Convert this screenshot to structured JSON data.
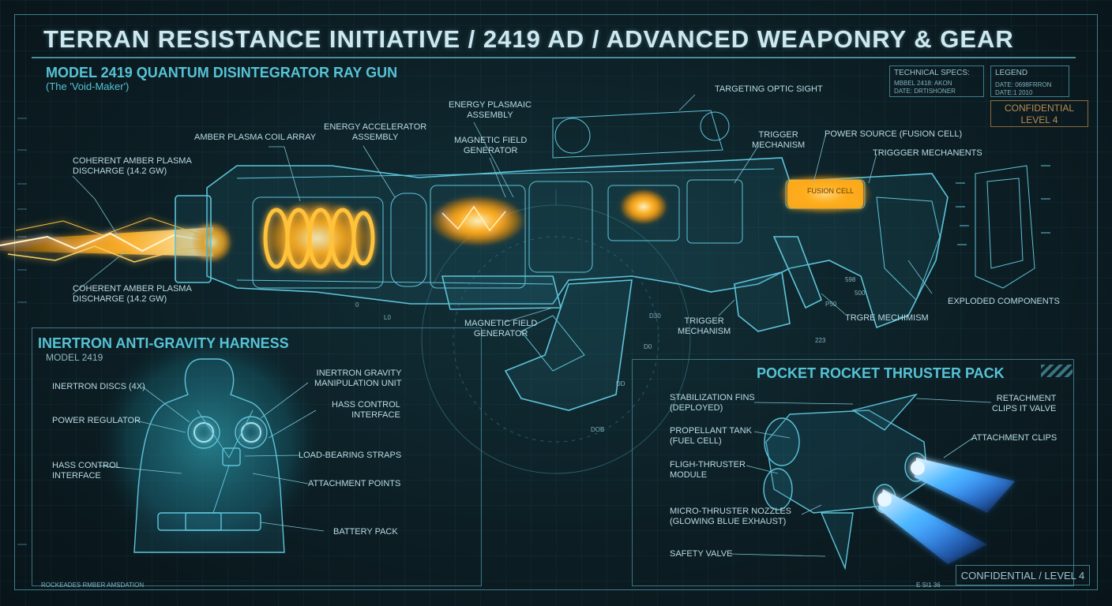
{
  "header": {
    "title": "TERRAN RESISTANCE INITIATIVE / 2419 AD / ADVANCED WEAPONRY & GEAR"
  },
  "gun": {
    "title": "MODEL 2419 QUANTUM DISINTEGRATOR RAY GUN",
    "subtitle": "(The 'Void-Maker')",
    "labels": {
      "discharge_top": [
        "COHERENT AMBER PLASMA",
        "DISCHARGE (14.2 GW)"
      ],
      "discharge_bottom": [
        "COHERENT AMBER PLASMA",
        "DISCHARGE (14.2 GW)"
      ],
      "coil_array": "AMBER PLASMA COIL ARRAY",
      "accelerator": [
        "ENERGY ACCELERATOR",
        "ASSEMBLY"
      ],
      "plasmaic": [
        "ENERGY PLASMAIC",
        "ASSEMBLY"
      ],
      "field_gen_top": [
        "MAGNETIC FIELD",
        "GENERATOR"
      ],
      "field_gen_bottom": [
        "MAGNETIC FIELD",
        "GENERATOR"
      ],
      "optic": "TARGETING OPTIC SIGHT",
      "trigger_top": [
        "TRIGGER",
        "MECHANISM"
      ],
      "trigger_bottom": [
        "TRIGGER",
        "MECHANISM"
      ],
      "power_source": "POWER SOURCE (FUSION CELL)",
      "trigger_mechanents": "TRIGGGER MECHANENTS",
      "fusion_cell": "FUSION CELL",
      "exploded": "EXPLODED COMPONENTS",
      "trgre": "TRGRE MECHIMISM"
    },
    "callouts": [
      "0",
      "L0",
      "D30",
      "D0",
      "DD",
      "DOB",
      "598",
      "500",
      "P50",
      "223"
    ]
  },
  "specs": {
    "title": "TECHNICAL SPECS:",
    "lines": [
      "MBBEL 2418: AKON",
      "DATE: DRTISHONER"
    ]
  },
  "legend": {
    "title": "LEGEND",
    "lines": [
      "DATE: 0698FRRON",
      "DATE:1 2010"
    ],
    "confidential": [
      "CONFIDENTIAL",
      "LEVEL 4"
    ]
  },
  "harness": {
    "title": "INERTRON ANTI-GRAVITY HARNESS",
    "subtitle": "MODEL 2419",
    "labels": {
      "discs": "INERTRON DISCS (4X)",
      "regulator": "POWER REGULATOR",
      "hass_left": [
        "HASS CONTROL",
        "INTERFACE"
      ],
      "gravity_unit": [
        "INERTRON GRAVITY",
        "MANIPULATION UNIT"
      ],
      "hass_right": [
        "HASS CONTROL",
        "INTERFACE"
      ],
      "straps": "LOAD-BEARING STRAPS",
      "attachment_points": "ATTACHMENT POINTS",
      "battery": "BATTERY PACK"
    }
  },
  "thruster": {
    "title": "POCKET ROCKET THRUSTER PACK",
    "labels": {
      "fins": [
        "STABILIZATION FINS",
        "(DEPLOYED)"
      ],
      "tank": [
        "PROPELLANT TANK",
        "(FUEL CELL)"
      ],
      "module": [
        "FLIGH-THRUSTER",
        "MODULE"
      ],
      "nozzles": [
        "MICRO-THRUSTER NOZZLES",
        "(GLOWING BLUE EXHAUST)"
      ],
      "safety": "SAFETY VALVE",
      "retachment": [
        "RETACHMENT",
        "CLIPS IT VALVE"
      ],
      "clips": "ATTACHMENT CLIPS"
    }
  },
  "footer": {
    "confidential": "CONFIDENTIAL / LEVEL 4",
    "bottom_left": "ROCKEADES RMBER AMSDATION",
    "bottom_mid": "E SI1 36"
  },
  "colors": {
    "line": "#5ec4da",
    "amber": "#ffb020",
    "blue_glow": "#4fb8ff",
    "cyan_glow": "#3fd6e6",
    "frame": "#3f7d8c"
  }
}
